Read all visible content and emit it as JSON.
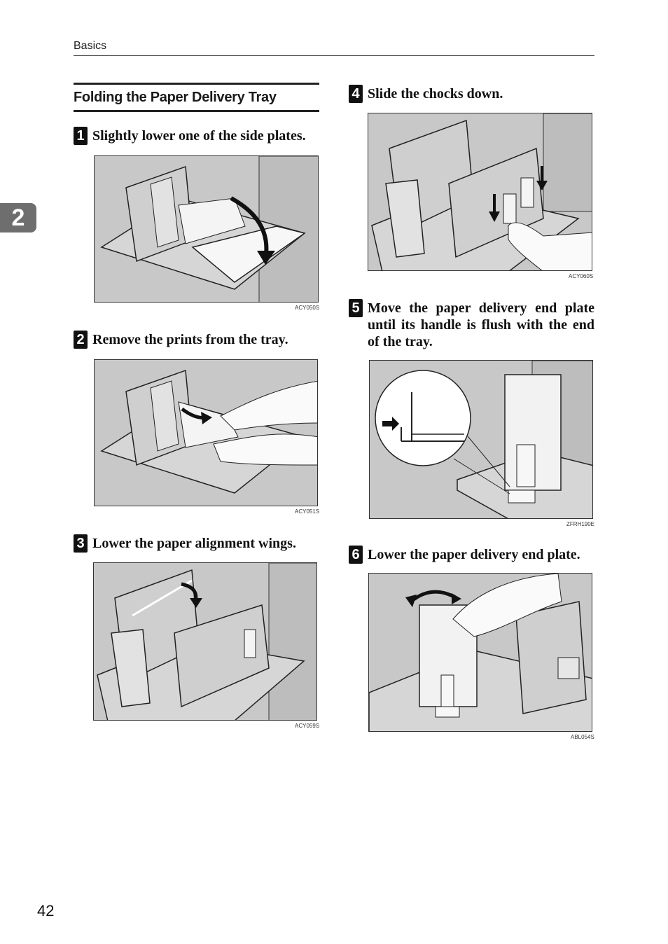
{
  "header": {
    "running_title": "Basics"
  },
  "chapter_tab": {
    "number": "2"
  },
  "section": {
    "title": "Folding the Paper Delivery Tray"
  },
  "steps": [
    {
      "number": "1",
      "text": "Slightly lower one of the side plates.",
      "figure_code": "ACY050S"
    },
    {
      "number": "2",
      "text": "Remove the prints from the tray.",
      "figure_code": "ACY051S"
    },
    {
      "number": "3",
      "text": "Lower the paper alignment wings.",
      "figure_code": "ACY059S"
    },
    {
      "number": "4",
      "text": "Slide the chocks down.",
      "figure_code": "ACY060S"
    },
    {
      "number": "5",
      "text": "Move the paper delivery end plate until its handle is flush with the end of the tray.",
      "figure_code": "ZFRH190E"
    },
    {
      "number": "6",
      "text": "Lower the paper delivery end plate.",
      "figure_code": "ABL054S"
    }
  ],
  "footer": {
    "page_number": "42"
  }
}
